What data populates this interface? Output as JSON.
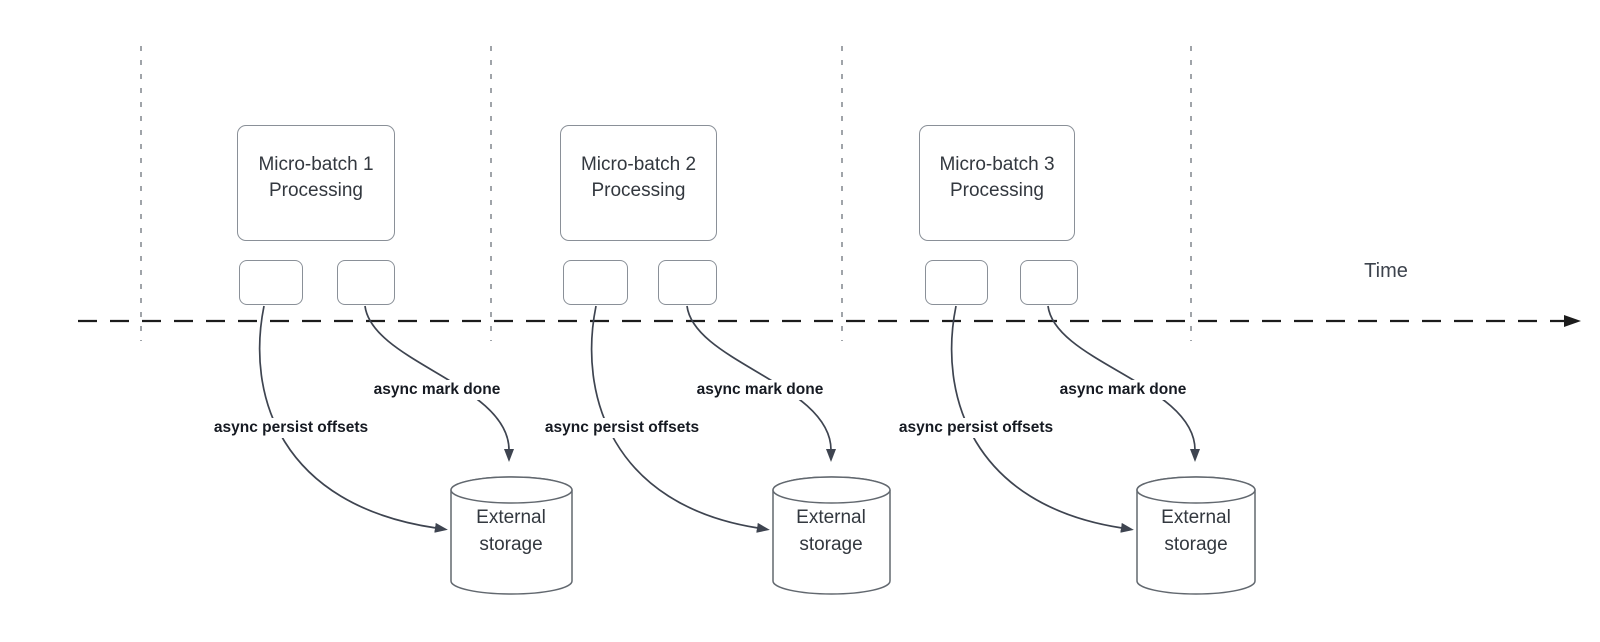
{
  "time_axis": {
    "label": "Time"
  },
  "sections": [
    {
      "box_label": "Micro-batch 1\nProcessing",
      "persist_arrow_label": "async persist offsets",
      "mark_done_arrow_label": "async mark done",
      "storage_label": "External\nstorage"
    },
    {
      "box_label": "Micro-batch 2\nProcessing",
      "persist_arrow_label": "async persist offsets",
      "mark_done_arrow_label": "async mark done",
      "storage_label": "External\nstorage"
    },
    {
      "box_label": "Micro-batch 3\nProcessing",
      "persist_arrow_label": "async persist offsets",
      "mark_done_arrow_label": "async mark done",
      "storage_label": "External\nstorage"
    }
  ],
  "colors": {
    "arrow_stroke": "#3e4450",
    "timeline_stroke": "#1c1c1c",
    "grid_line": "#a0a4a9",
    "node_border": "#8a9098",
    "cylinder_border": "#62686f",
    "label_text": "#161a22",
    "node_text": "#33383f",
    "time_text": "#3d434d"
  }
}
